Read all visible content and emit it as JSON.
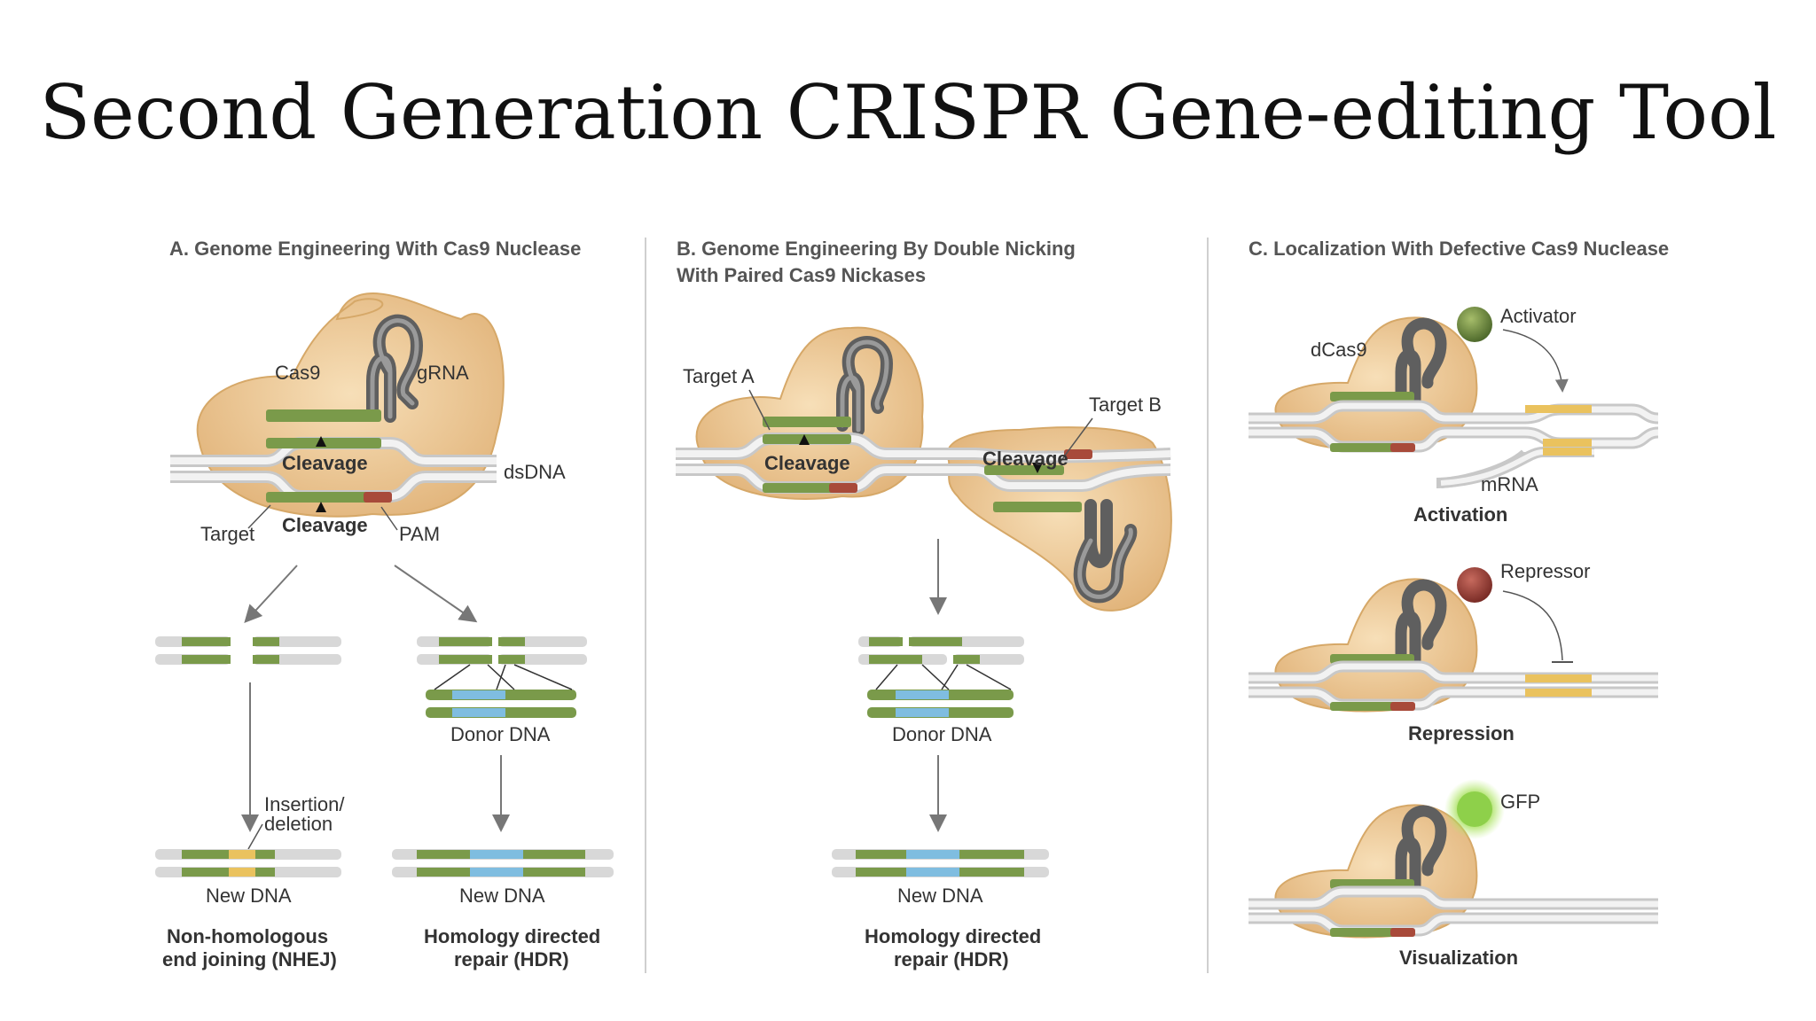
{
  "slide": {
    "title": "Second Generation CRISPR Gene-editing Tool"
  },
  "panels": {
    "a": {
      "title": "A. Genome Engineering With Cas9 Nuclease",
      "labels": {
        "cas9": "Cas9",
        "grna": "gRNA",
        "cleavage_top": "Cleavage",
        "cleavage_bottom": "Cleavage",
        "dsdna": "dsDNA",
        "target": "Target",
        "pam": "PAM",
        "insertion_1": "Insertion/",
        "insertion_2": "deletion",
        "donor": "Donor DNA",
        "new_dna_left": "New DNA",
        "new_dna_right": "New DNA"
      },
      "nhej": [
        "Non-homologous",
        "end joining (NHEJ)"
      ],
      "hdr": [
        "Homology directed",
        "repair (HDR)"
      ]
    },
    "b": {
      "title_lines": [
        "B. Genome Engineering By Double Nicking",
        "With Paired Cas9 Nickases"
      ],
      "labels": {
        "target_a": "Target A",
        "target_b": "Target B",
        "cleavage_1": "Cleavage",
        "cleavage_2": "Cleavage",
        "donor": "Donor DNA",
        "new_dna": "New DNA"
      },
      "hdr": [
        "Homology directed",
        "repair (HDR)"
      ]
    },
    "c": {
      "title": "C. Localization With Defective Cas9 Nuclease",
      "labels": {
        "dcas9": "dCas9",
        "activator": "Activator",
        "mrna": "mRNA",
        "activation": "Activation",
        "repressor": "Repressor",
        "repression": "Repression",
        "gfp": "GFP",
        "visualization": "Visualization"
      }
    }
  },
  "colors": {
    "protein": "#e8c08f",
    "protein_light": "#f6dcb4",
    "guide": "#5f5f5f",
    "target": "#7a9a4a",
    "pam": "#a84a3a",
    "donor": "#7fbde0",
    "indel": "#eac25e",
    "strand": "#d8d8d8",
    "activator": "#5e7a3a",
    "repressor": "#8c3a34",
    "gfp": "#7ec440",
    "divider": "#cfcfcf"
  }
}
